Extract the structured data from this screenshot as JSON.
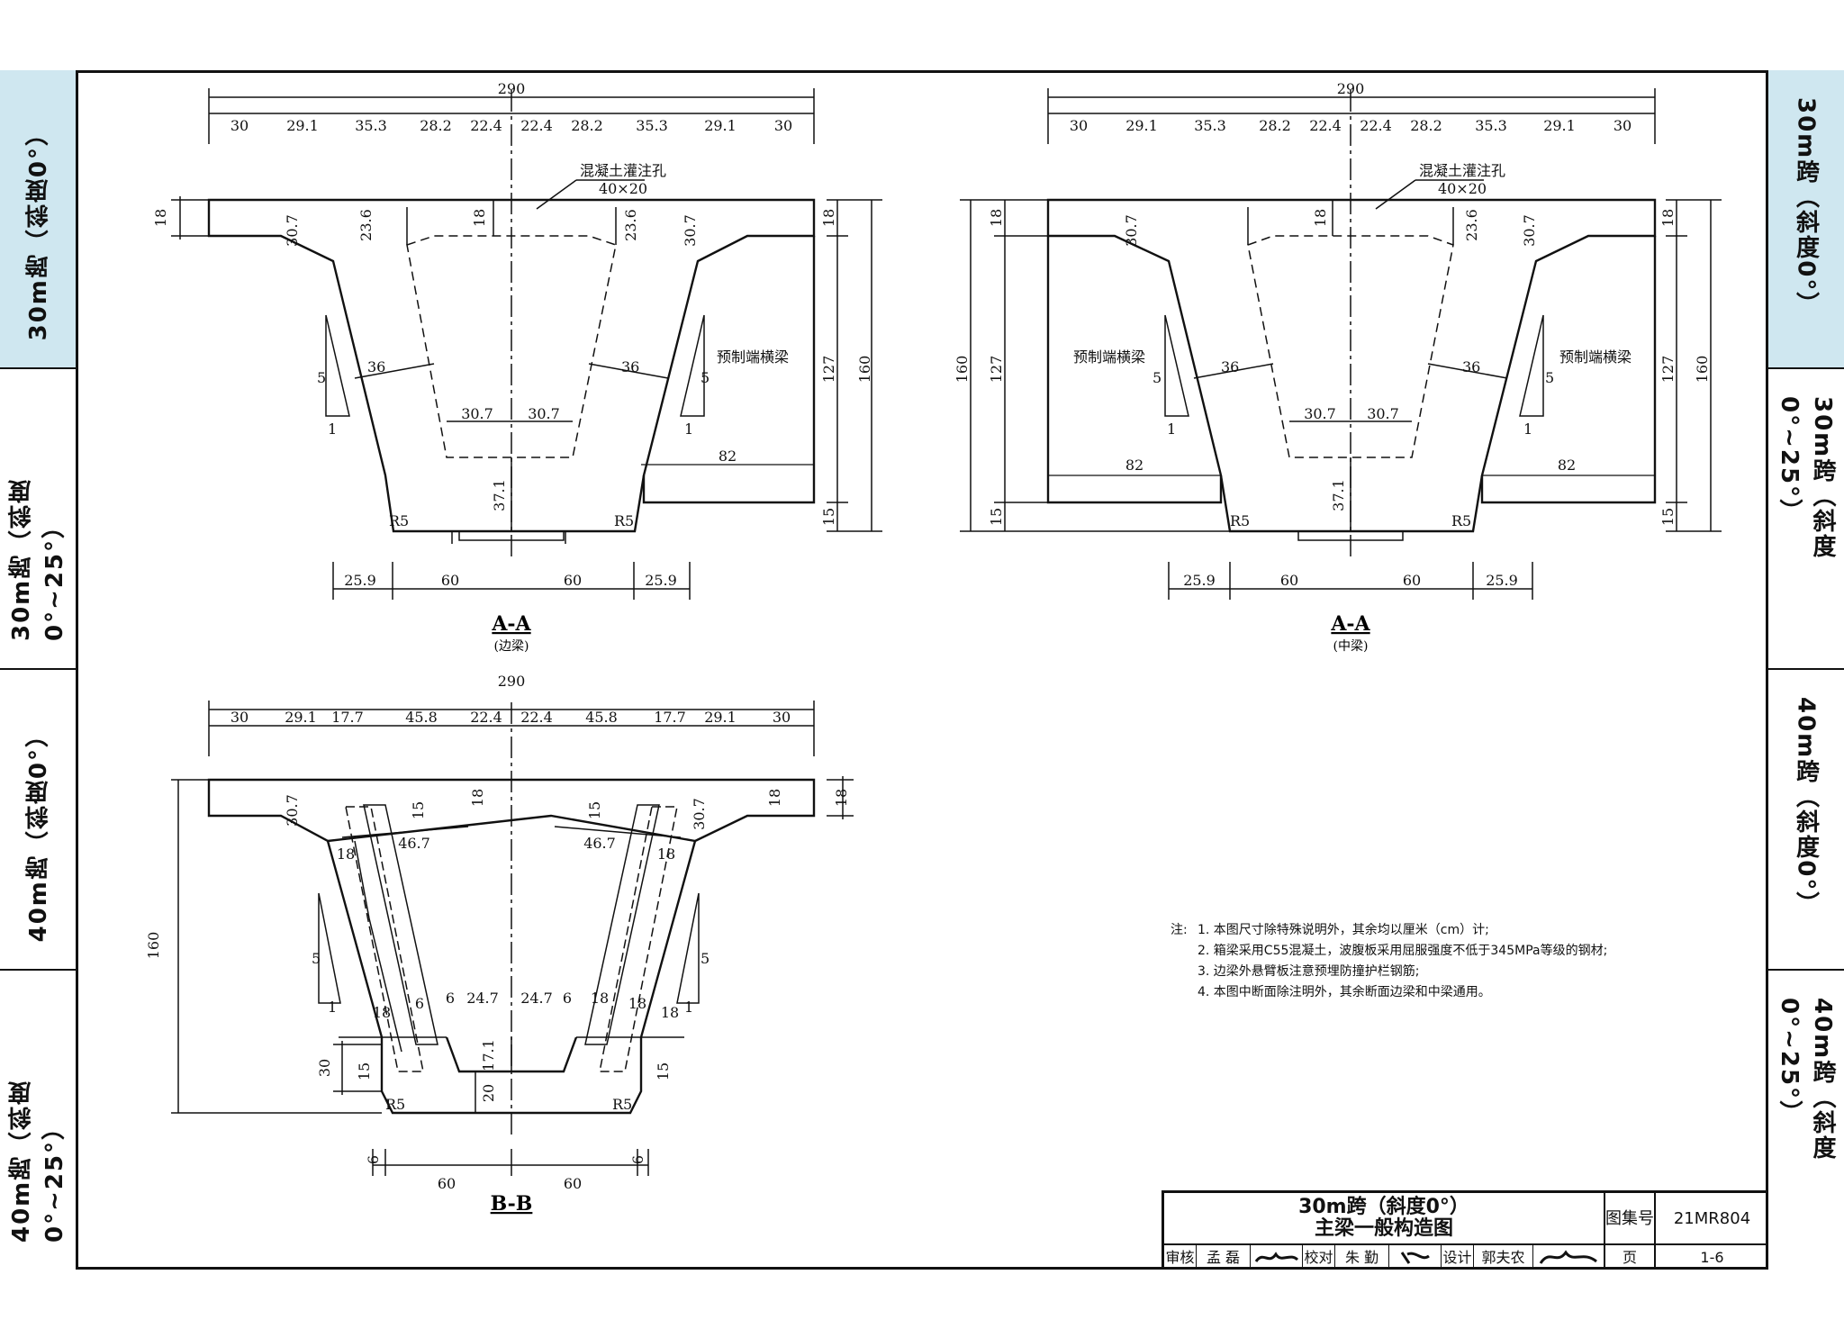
{
  "side_tabs": [
    {
      "label": "30m跨（斜度0°）",
      "active": true
    },
    {
      "label": "30m跨（斜度0°~25°）",
      "active": false
    },
    {
      "label": "40m跨（斜度0°）",
      "active": false
    },
    {
      "label": "40m跨（斜度0°~25°）",
      "active": false
    }
  ],
  "sections": {
    "aa_edge": {
      "label": "A-A",
      "sublabel": "(边梁)",
      "top_total": "290",
      "top_dims": [
        "30",
        "29.1",
        "35.3",
        "28.2",
        "22.4",
        "22.4",
        "28.2",
        "35.3",
        "29.1",
        "30"
      ],
      "bottom_dims": [
        "25.9",
        "60",
        "60",
        "25.9"
      ],
      "hole_label": "混凝土灌注孔",
      "hole_size": "40×20",
      "end_beam": "预制端横梁",
      "inner": [
        "18",
        "30.7",
        "23.6",
        "18",
        "23.6",
        "30.7",
        "36",
        "36",
        "30.7",
        "30.7",
        "37.1",
        "82",
        "5",
        "1",
        "5",
        "1",
        "R5",
        "R5"
      ],
      "right_dims": [
        "18",
        "127",
        "15",
        "160"
      ]
    },
    "aa_mid": {
      "label": "A-A",
      "sublabel": "(中梁)",
      "top_total": "290",
      "top_dims": [
        "30",
        "29.1",
        "35.3",
        "28.2",
        "22.4",
        "22.4",
        "28.2",
        "35.3",
        "29.1",
        "30"
      ],
      "bottom_dims": [
        "25.9",
        "60",
        "60",
        "25.9"
      ],
      "hole_label": "混凝土灌注孔",
      "hole_size": "40×20",
      "end_beam_left": "预制端横梁",
      "end_beam_right": "预制端横梁",
      "inner": [
        "30.7",
        "18",
        "23.6",
        "30.7",
        "36",
        "36",
        "30.7",
        "30.7",
        "37.1",
        "82",
        "82",
        "5",
        "1",
        "5",
        "1",
        "R5",
        "R5"
      ],
      "left_dims": [
        "160",
        "127",
        "18",
        "15"
      ],
      "right_dims": [
        "18",
        "127",
        "15",
        "160"
      ]
    },
    "bb": {
      "label": "B-B",
      "top_total": "290",
      "top_dims": [
        "30",
        "29.1",
        "17.7",
        "45.8",
        "22.4",
        "22.4",
        "45.8",
        "17.7",
        "29.1",
        "30"
      ],
      "bottom_dims": [
        "6",
        "60",
        "60",
        "6"
      ],
      "inner": [
        "30.7",
        "15",
        "18",
        "15",
        "30.7",
        "18",
        "46.7",
        "46.7",
        "18",
        "18",
        "18",
        "6",
        "24.7",
        "24.7",
        "6",
        "18",
        "18",
        "18",
        "17.1",
        "20",
        "15",
        "15",
        "30",
        "5",
        "1",
        "5",
        "1",
        "R5",
        "R5"
      ],
      "left_dims": [
        "160"
      ],
      "right_dims": [
        "18"
      ]
    }
  },
  "notes": {
    "heading": "注:",
    "items": [
      "1. 本图尺寸除特殊说明外，其余均以厘米（cm）计;",
      "2. 箱梁采用C55混凝土，波腹板采用屈服强度不低于345MPa等级的钢材;",
      "3. 边梁外悬臂板注意预埋防撞护栏钢筋;",
      "4. 本图中断面除注明外，其余断面边梁和中梁通用。"
    ]
  },
  "title_block": {
    "title_line1": "30m跨（斜度0°）",
    "title_line2": "主梁一般构造图",
    "atlas_label": "图集号",
    "atlas_no": "21MR804",
    "page_label": "页",
    "page_no": "1-6",
    "review_label": "审核",
    "reviewer": "孟 磊",
    "check_label": "校对",
    "checker": "朱 勤",
    "design_label": "设计",
    "designer": "郭夫农"
  }
}
